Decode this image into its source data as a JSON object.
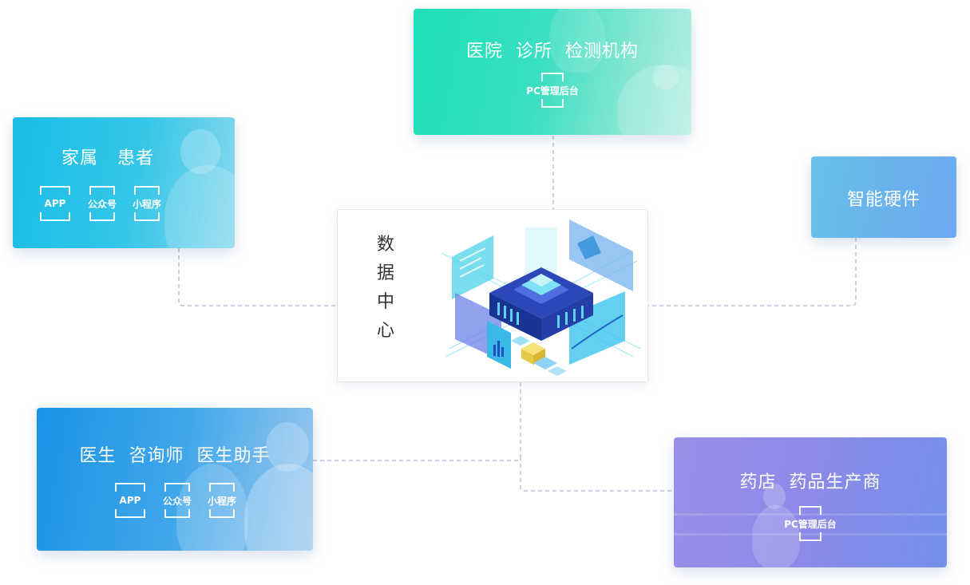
{
  "center": {
    "title": "数据中心"
  },
  "cards": {
    "hospital": {
      "title": "医院  诊所  检测机构",
      "badges": [
        "PC管理后台"
      ]
    },
    "patient": {
      "title": "家属   患者",
      "badges": [
        "APP",
        "公众号",
        "小程序"
      ]
    },
    "hardware": {
      "title": "智能硬件"
    },
    "doctor": {
      "title": "医生  咨询师  医生助手",
      "badges": [
        "APP",
        "公众号",
        "小程序"
      ]
    },
    "pharmacy": {
      "title": "药店  药品生产商",
      "badges": [
        "PC管理后台"
      ]
    }
  },
  "colors": {
    "connector": "#a9b6c8",
    "hospital": "#1ee0b8",
    "patient": "#19bde6",
    "hardware": "#6ab3ec",
    "doctor": "#1a93e5",
    "pharmacy": "#8e89e8"
  }
}
